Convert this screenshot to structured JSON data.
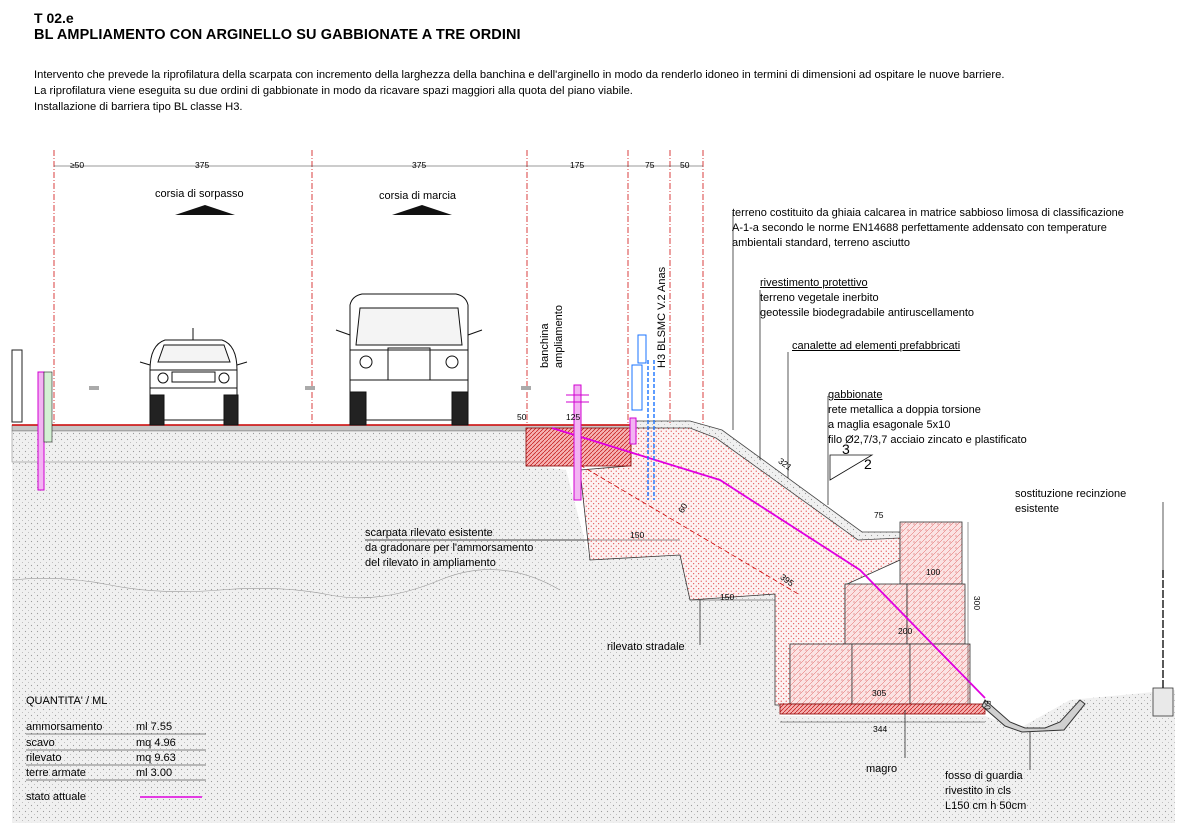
{
  "header": {
    "code": "T 02.e",
    "title": "BL AMPLIAMENTO CON  ARGINELLO SU GABBIONATE  A TRE ORDINI"
  },
  "description": [
    "Intervento che prevede la riprofilatura della scarpata con incremento della larghezza della banchina e dell'arginello in modo da renderlo idoneo in termini di dimensioni ad ospitare le nuove barriere.",
    "La riprofilatura viene eseguita su due ordini di gabbionate in modo da ricavare spazi maggiori alla quota del piano viabile.",
    "Installazione di barriera tipo BL classe H3."
  ],
  "top_dimensions": [
    "≥50",
    "375",
    "375",
    "175",
    "75",
    "50"
  ],
  "lanes": {
    "overtaking": "corsia di sorpasso",
    "driving": "corsia di marcia"
  },
  "vertical_labels": {
    "banchina": [
      "banchina",
      "ampliamento"
    ],
    "barrier": "H3 BLSMC V.2 Anas"
  },
  "callouts": {
    "terreno": [
      "terreno costituito da ghiaia calcarea in matrice sabbioso limosa di classificazione",
      "A-1-a secondo le norme EN14688 perfettamente addensato con temperature",
      "ambientali standard, terreno asciutto"
    ],
    "rivestimento": [
      "rivestimento protettivo",
      "terreno vegetale inerbito",
      "geotessile biodegradabile antiruscellamento"
    ],
    "canalette": "canalette ad elementi prefabbricati",
    "gabbionate": [
      "gabbionate",
      "rete metallica a doppia torsione",
      "a maglia esagonale 5x10",
      "filo Ø2,7/3,7 acciaio zincato e plastificato"
    ],
    "slope_ratio": [
      "3",
      "2"
    ],
    "recinzione": [
      "sostituzione recinzione",
      "esistente"
    ],
    "scarpata": [
      "scarpata rilevato esistente",
      "da gradonare per l'ammorsamento",
      "del rilevato in ampliamento"
    ],
    "rilevato": "rilevato stradale",
    "magro": "magro",
    "fosso": [
      "fosso di guardia",
      "rivestito in cls",
      "L150 cm h 50cm"
    ]
  },
  "drawing_dimensions": {
    "d50": "50",
    "d125": "125",
    "d321": "321",
    "d75": "75",
    "d150a": "150",
    "d150b": "150",
    "d100": "100",
    "d300v": "300",
    "d200": "200",
    "d305": "305",
    "d344": "344",
    "d50b": "50",
    "d60": "60",
    "d395": "395"
  },
  "quantities": {
    "title": "QUANTITA' / ML",
    "rows": [
      {
        "name": "ammorsamento",
        "value": "ml 7.55"
      },
      {
        "name": "scavo",
        "value": "mq 4.96"
      },
      {
        "name": "rilevato",
        "value": "mq 9.63"
      },
      {
        "name": "terre armate",
        "value": "ml 3.00"
      }
    ],
    "legend": "stato attuale"
  },
  "colors": {
    "magenta": "#e000e0",
    "red": "#cc0000",
    "blue": "#1a73ff"
  }
}
